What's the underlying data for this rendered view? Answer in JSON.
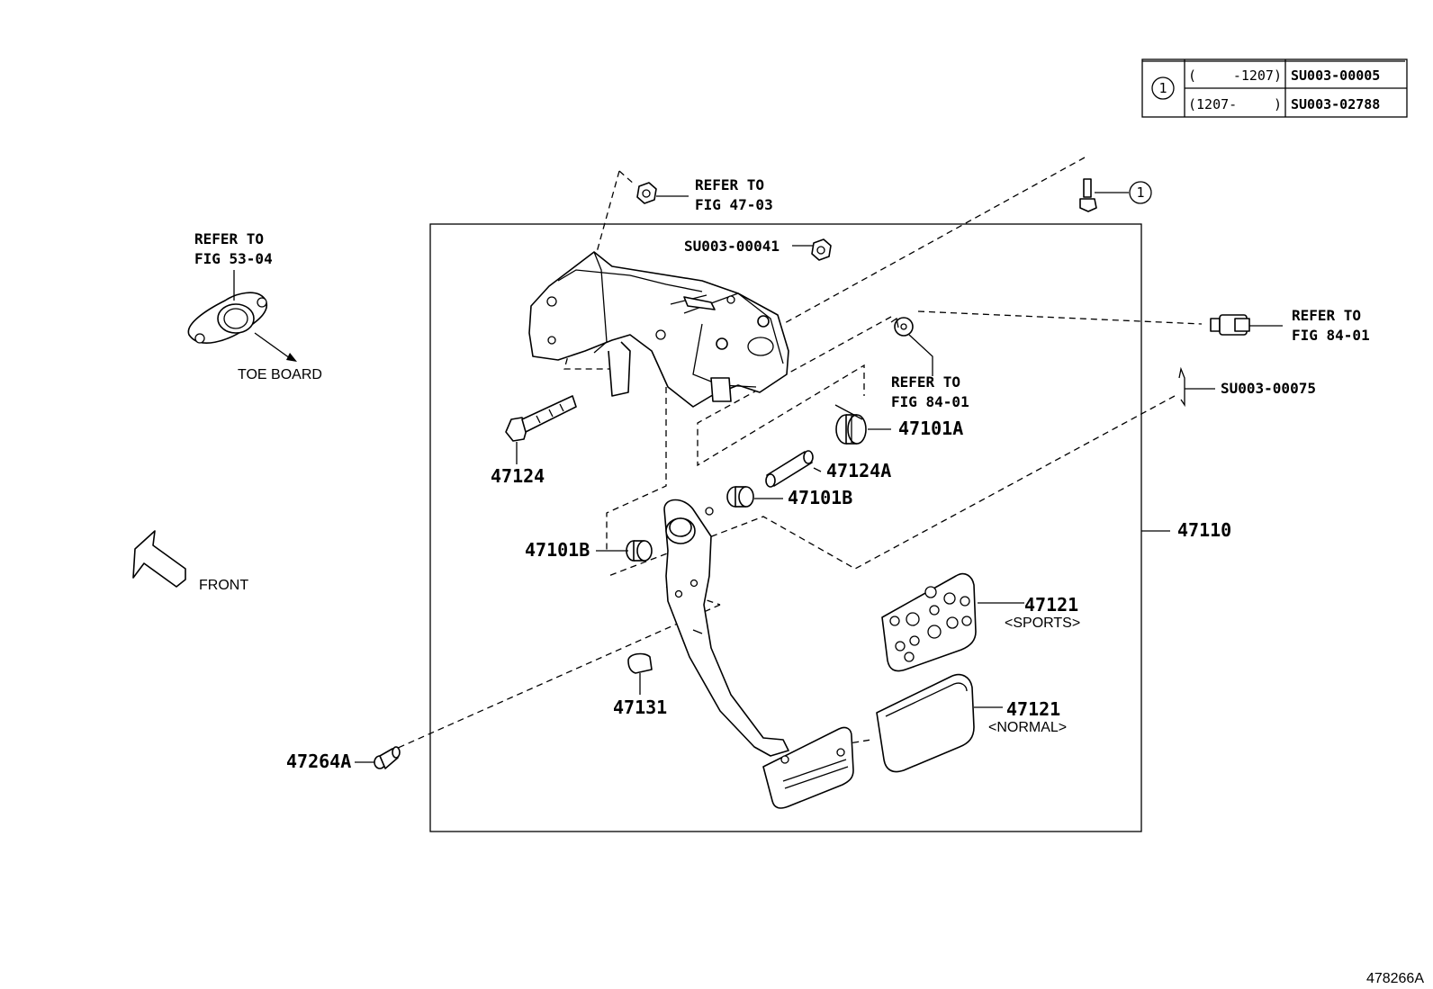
{
  "legend_table": {
    "symbol": "1",
    "rows": [
      {
        "range_open": "(",
        "range_value": "-1207)",
        "part": "SU003-00005"
      },
      {
        "range_open": "(1207-",
        "range_value": ")",
        "part": "SU003-02788"
      }
    ]
  },
  "callouts": {
    "refer_47_03_line1": "REFER TO",
    "refer_47_03_line2": "FIG 47-03",
    "refer_53_04_line1": "REFER TO",
    "refer_53_04_line2": "FIG 53-04",
    "toe_board": "TOE BOARD",
    "nut_su003_00041": "SU003-00041",
    "refer_84_01_switch_line1": "REFER TO",
    "refer_84_01_switch_line2": "FIG 84-01",
    "refer_84_01_sensor_line1": "REFER TO",
    "refer_84_01_sensor_line2": "FIG 84-01",
    "clip_su003_00075": "SU003-00075",
    "bolt_symbol": "1",
    "p47124": "47124",
    "p47101A": "47101A",
    "p47124A": "47124A",
    "p47101B_upper": "47101B",
    "p47101B_lower": "47101B",
    "p47110": "47110",
    "p47121_sports": "47121",
    "sports": "<SPORTS>",
    "p47121_normal": "47121",
    "normal": "<NORMAL>",
    "p47131": "47131",
    "p47264A": "47264A",
    "front": "FRONT",
    "figure_id": "478266A"
  }
}
